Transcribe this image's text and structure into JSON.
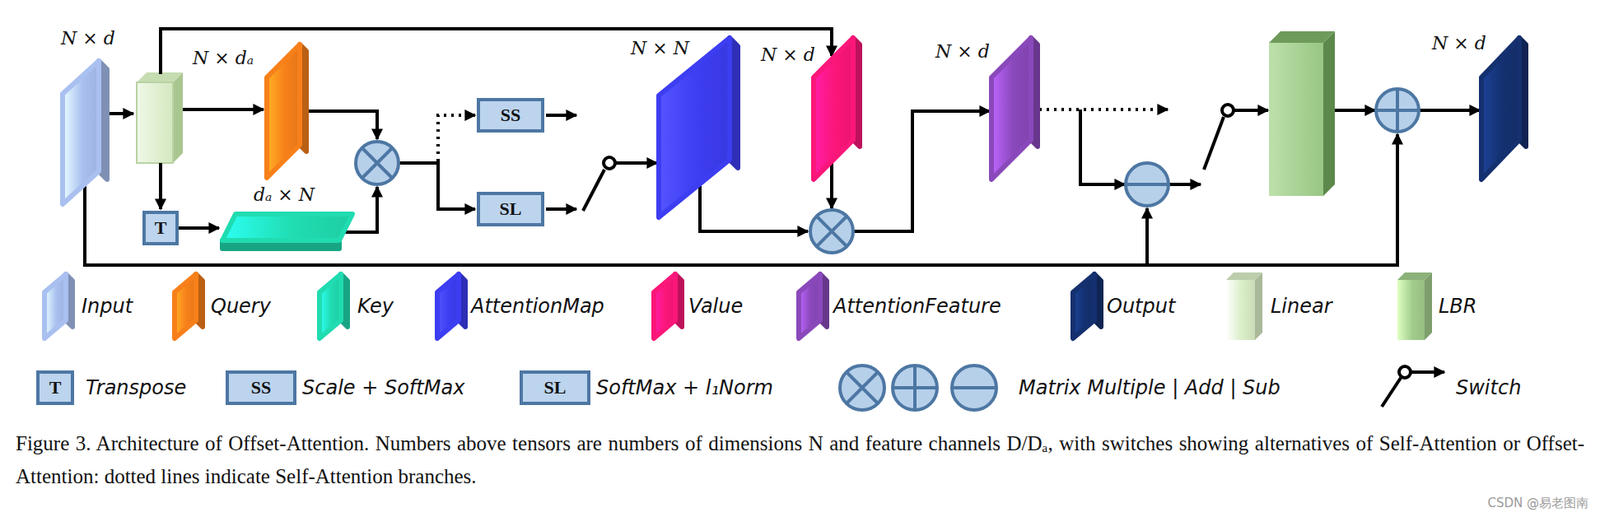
{
  "diagram": {
    "caption": "Figure 3. Architecture of Offset-Attention. Numbers above tensors are numbers of dimensions N and feature channels D/Dₐ, with switches showing alternatives of Self-Attention or Offset-Attention: dotted lines indicate Self-Attention branches.",
    "nodes": [
      {
        "text": [
          "N × d"
        ]
      },
      {
        "text": [
          "N × dₐ"
        ]
      },
      {
        "text": [
          "T"
        ]
      },
      {
        "text": [
          "dₐ × N"
        ]
      },
      {
        "text": [
          "SS"
        ]
      },
      {
        "text": [
          "SL"
        ]
      },
      {
        "text": [
          "N × N"
        ]
      },
      {
        "text": [
          "N × d"
        ]
      },
      {
        "text": [
          "N × d"
        ]
      },
      {
        "text": [
          "N × d"
        ]
      }
    ],
    "edges": [
      {
        "from": 2,
        "to": 3,
        "arrow": "to"
      }
    ],
    "labels": [
      "T",
      "SS",
      "SL",
      "CSDN @易老图南"
    ],
    "legend": [
      {
        "text": "Input",
        "color": "#a9c0f0"
      },
      {
        "text": "Query",
        "color": "#f7801a"
      },
      {
        "text": "Key",
        "color": "#20dcb0"
      },
      {
        "text": "AttentionMap",
        "color": "#3d3df2"
      },
      {
        "text": "Value",
        "color": "#fb1679"
      },
      {
        "text": "AttentionFeature",
        "color": "#8a49bb"
      },
      {
        "text": "Output",
        "color": "#14306f"
      },
      {
        "text": "Linear",
        "color": "#d9edc6"
      },
      {
        "text": "LBR",
        "color": "#a2cc8c"
      },
      {
        "text": "Transpose"
      },
      {
        "text": "Scale + SoftMax"
      },
      {
        "text": "SoftMax + l₁Norm"
      },
      {
        "text": "Matrix Multiple | Add | Sub"
      },
      {
        "text": "Switch"
      }
    ]
  }
}
